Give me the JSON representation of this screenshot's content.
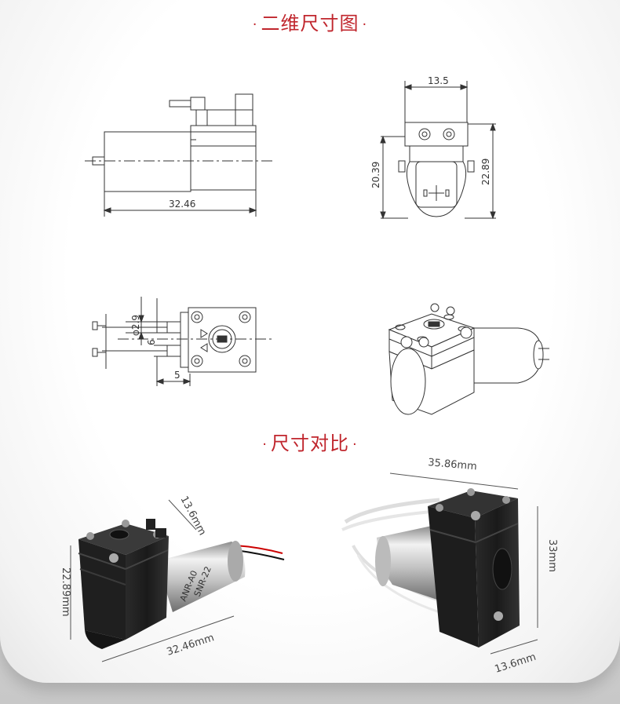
{
  "titles": {
    "section1": "二维尺寸图",
    "section2": "尺寸对比",
    "bullet": "·"
  },
  "drawing_dims": {
    "side_length": "32.46",
    "end_width": "13.5",
    "end_height_a": "20.39",
    "end_height_b": "22.89",
    "port_dia": "φ2.9",
    "port_inner": "6",
    "port_length": "5"
  },
  "photo_dims": {
    "left_depth": "13.6mm",
    "left_height": "22.89mm",
    "left_length": "32.46mm",
    "right_length": "35.86mm",
    "right_height": "33mm",
    "right_depth": "13.6mm"
  },
  "motor_label": {
    "line1": "ANR-A0",
    "line2": "SNR-22"
  },
  "colors": {
    "accent": "#c0262d",
    "pump_body": "#1e1e1e",
    "motor": "#c9c9c9"
  }
}
